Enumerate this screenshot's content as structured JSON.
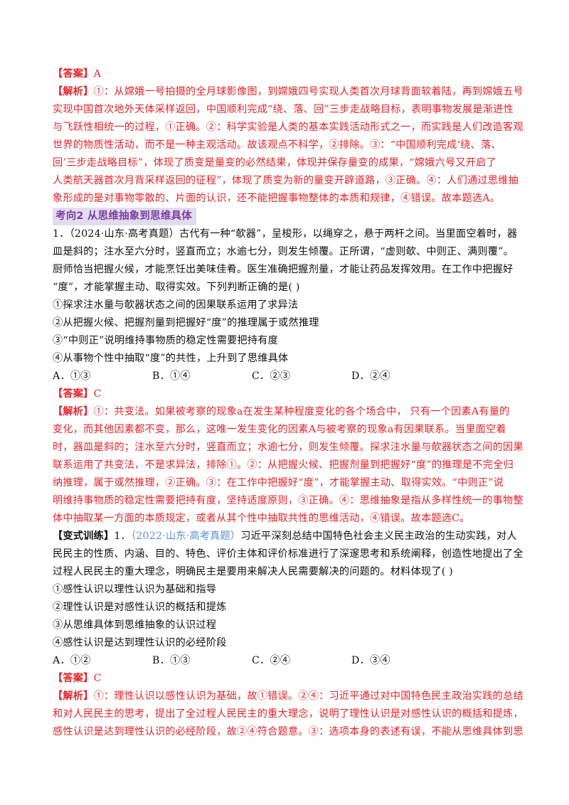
{
  "block1": {
    "answer_tag": "【答案】",
    "answer": "A",
    "analysis_tag": "【解析】",
    "analysis_lines": [
      "①：从嫦娥一号拍摄的全月球影像图，到嫦娥四号实现人类首次月球背面软着陆，再到嫦娥五号",
      "实现中国首次地外天体采样返回，中国顺利完成“绕、落、回”三步走战略目标，表明事物发展是渐进性",
      "与飞跃性相统一的过程，①正确。②：科学实验是人类的基本实践活动形式之一，而实践是人们改造客观",
      "世界的物质性活动，而不是一种主观活动。故该观点不科学，②排除。③：“中国顺利完成‘绕、落、",
      "回’三步走战略目标”，体现了质变是量变的必然结果，体现并保存量变的成果，“嫦娥六号又开启了",
      "人类航天器首次月背采样返回的征程”，体现了质变为新的量变开辟道路，③正确。④：人们通过思维抽",
      "象形成的是对事物零散的、片面的认识，还不能把握事物整体的本质和规律，④错误。故本题选A。"
    ]
  },
  "section": "考向2  从思维抽象到思维具体",
  "q1": {
    "num": "1．",
    "source": "（2024·山东·高考真题）",
    "first_line_rest": "古代有一种“欹器”，呈梭形，以绳穿之，悬于两杆之间。当里面空着时，器",
    "lines": [
      "皿是斜的；注水至六分时，竖直而立；水逾七分，则发生倾覆。正所谓，“虚则欹、中则正、满则覆”。",
      "厨师恰当把握火候，才能烹饪出美味佳肴。医生准确把握剂量，才能让药品发挥效用。在工作中把握好",
      "“度”，才能掌握主动、取得实效。下列判断正确的是(      )"
    ],
    "items": [
      "①探求注水量与欹器状态之间的因果联系运用了求异法",
      "②从把握火候、把握剂量到把握好“度”的推理属于或然推理",
      "③“中则正”说明维持事物质的稳定性需要把持有度",
      "④从事物个性中抽取“度”的共性，上升到了思维具体"
    ],
    "options": [
      "A．①③",
      "B．①④",
      "C．②③",
      "D．②④"
    ]
  },
  "block2": {
    "answer_tag": "【答案】",
    "answer": "C",
    "analysis_tag": "【解析】",
    "analysis_lines": [
      "①：共变法。如果被考察的现象a在发生某种程度变化的各个场合中，  只有一个因素A有量的",
      "变化，而其他因素都不变，那么，这唯一发生变化的因素A与被考察的现象a有因果联系。当里面空着",
      "时，器皿是斜的；注水至六分时，竖直而立；水逾七分，则发生倾覆。探求注水量与欹器状态之间的因果",
      "联系运用了共变法，不是求异法，排除①。②：从把握火候、把握剂量到把握好“度”的推理是不完全归",
      "纳推理，属于或然推理，②正确。③：在工作中把握好“度”，才能掌握主动、取得实效。“中则正”说",
      "明维持事物质的稳定性需要把持有度，坚持适度原则，③正确。④：思维抽象是指从多样性统一的事物整",
      "体中抽取某一方面的本质规定，或者从其个性中抽取共性的思维活动，④错误。故本题选C。"
    ]
  },
  "q2": {
    "tag": "【变式训练】",
    "num": "1．",
    "source": "（2022·山东·高考真题）",
    "first_line_rest": "习近平深刻总结中国特色社会主义民主政治的生动实践，对人",
    "lines": [
      "民民主的性质、内涵、目的、特色、评价主体和评价标准进行了深邃思考和系统阐释，创造性地提出了全",
      "过程人民民主的重大理念，明确民主是要用来解决人民需要解决的问题的。材料体现了(      )"
    ],
    "items": [
      "①感性认识以理性认识为基础和指导",
      "②理性认识是对感性认识的概括和提炼",
      "③从思维具体到思维抽象的认识过程",
      "④感性认识是达到理性认识的必经阶段"
    ],
    "options": [
      "A．①②",
      "B．①③",
      "C．②④",
      "D．③④"
    ]
  },
  "block3": {
    "answer_tag": "【答案】",
    "answer": "C",
    "analysis_tag": "【解析】",
    "analysis_lines": [
      "①：理性认识以感性认识为基础，故①错误。②④：习近平通过对中国特色民主政治实践的总结",
      "和对人民民主的思考，提出了全过程人民民主的重大理念，说明了理性认识是对感性认识的概括和提炼，",
      "感性认识是达到理性认识的必经阶段，故②④符合题意。③：选项本身的表述有误，不能从思维具体到思"
    ]
  }
}
